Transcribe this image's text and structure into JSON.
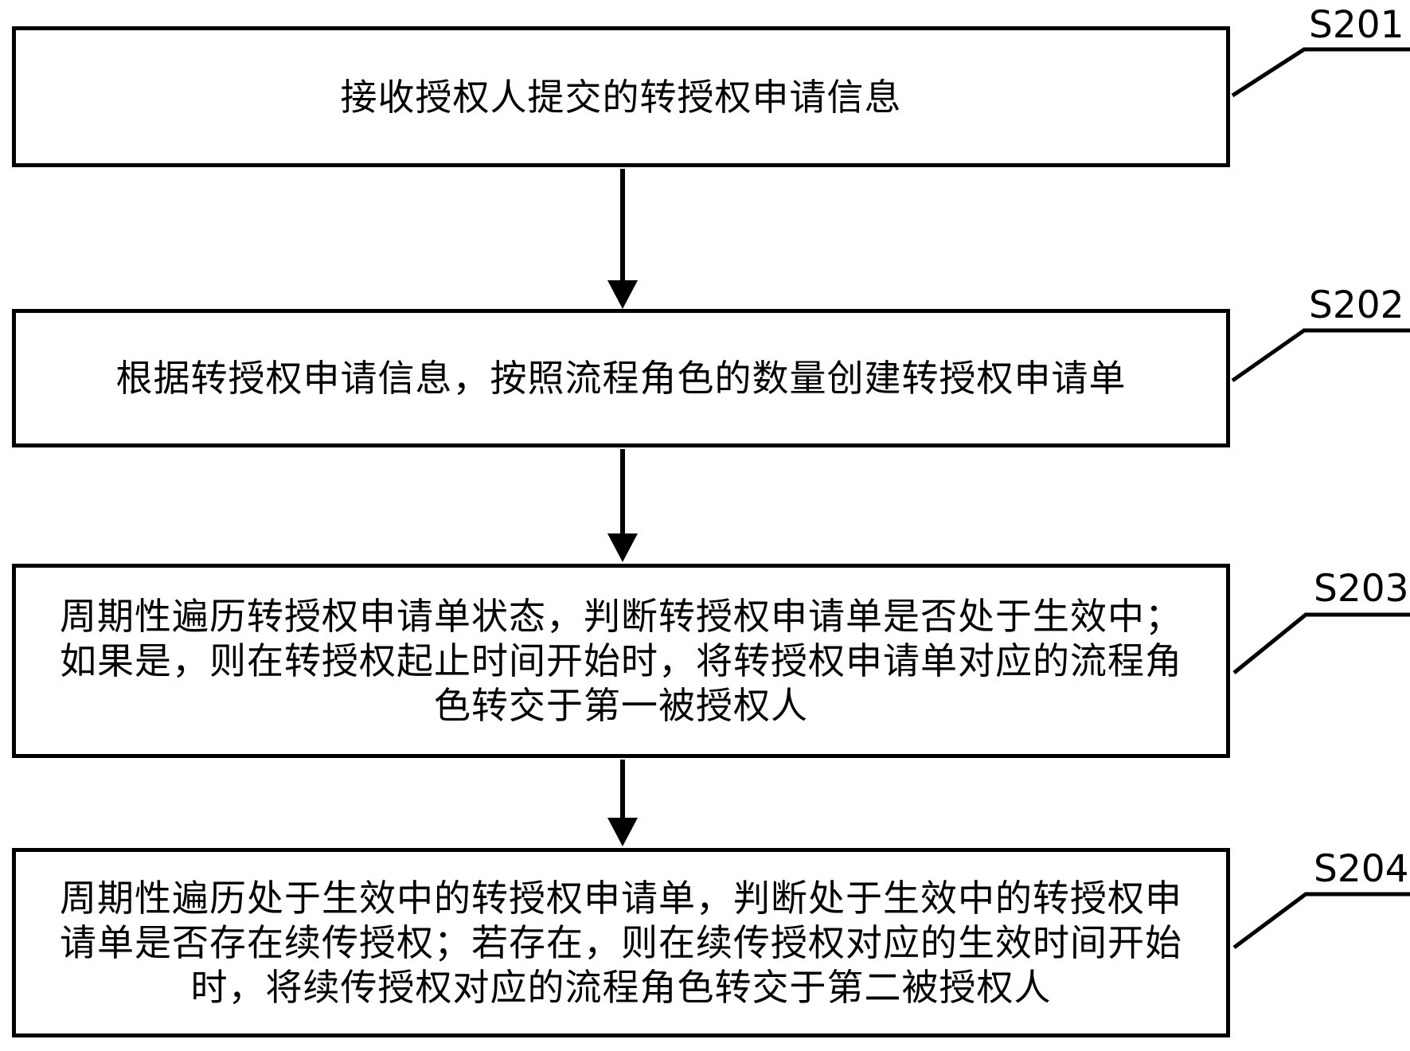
{
  "figure": {
    "type": "flowchart",
    "orientation": "vertical",
    "steps": [
      {
        "id": "S201",
        "lines": [
          "接收授权人提交的转授权申请信息"
        ]
      },
      {
        "id": "S202",
        "lines": [
          "根据转授权申请信息，按照流程角色的数量创建转授权申请单"
        ]
      },
      {
        "id": "S203",
        "lines": [
          "周期性遍历转授权申请单状态，判断转授权申请单是否处于生效中；",
          "如果是，则在转授权起止时间开始时，将转授权申请单对应的流程角",
          "色转交于第一被授权人"
        ]
      },
      {
        "id": "S204",
        "lines": [
          "周期性遍历处于生效中的转授权申请单，判断处于生效中的转授权申",
          "请单是否存在续传授权；若存在，则在续传授权对应的生效时间开始",
          "时，将续传授权对应的流程角色转交于第二被授权人"
        ]
      }
    ],
    "connectors": [
      {
        "from": "S201",
        "to": "S202",
        "style": "arrow-down"
      },
      {
        "from": "S202",
        "to": "S203",
        "style": "arrow-down"
      },
      {
        "from": "S203",
        "to": "S204",
        "style": "arrow-down"
      }
    ],
    "colors": {
      "line": "#000000",
      "text": "#000000",
      "background": "#ffffff"
    }
  }
}
